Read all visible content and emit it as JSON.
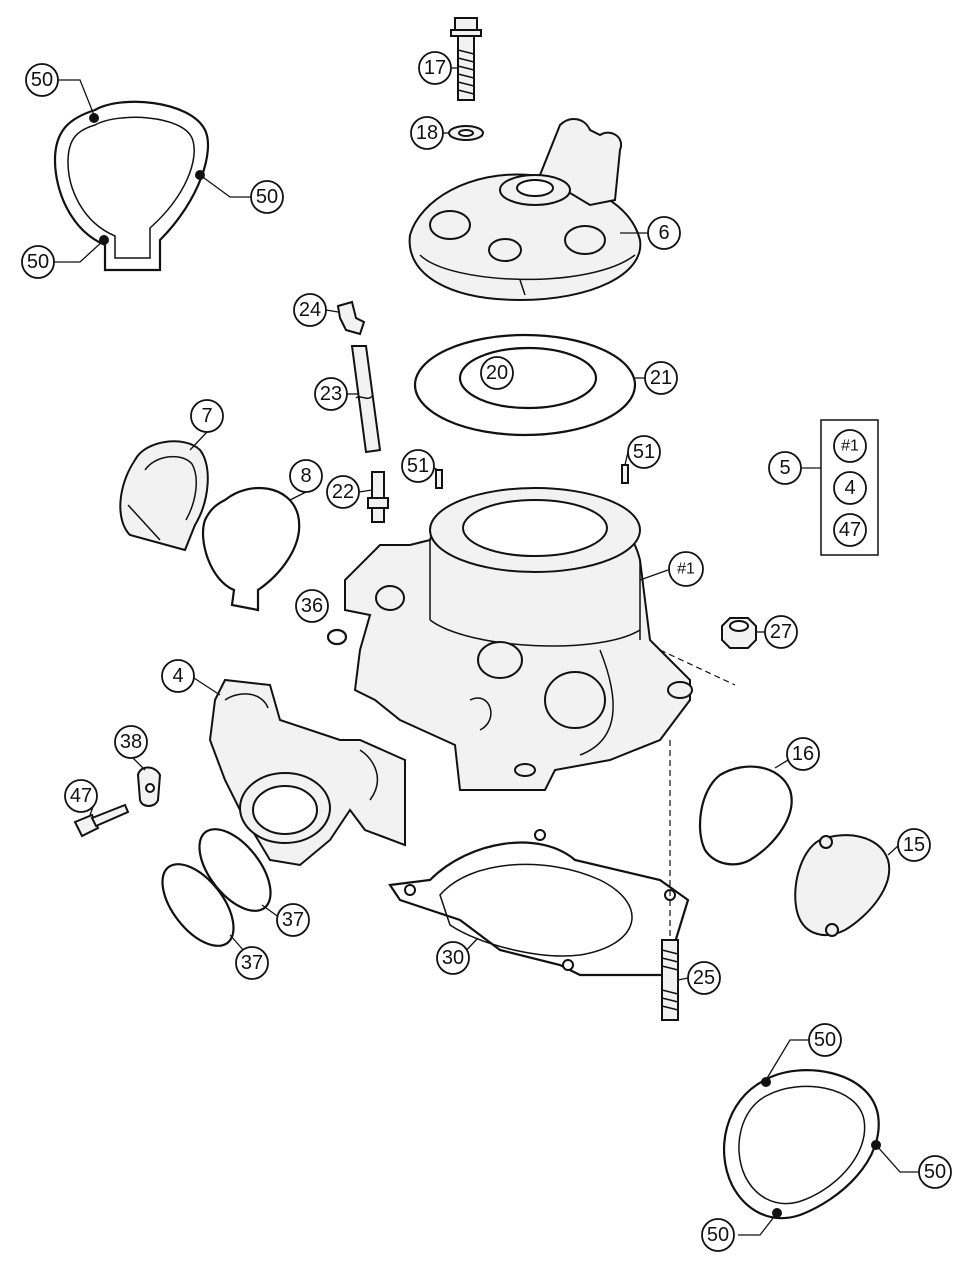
{
  "callouts": {
    "c50_tl_top": "50",
    "c50_tl_right": "50",
    "c50_tl_bottom": "50",
    "c17": "17",
    "c18": "18",
    "c6": "6",
    "c24": "24",
    "c23": "23",
    "c20": "20",
    "c21": "21",
    "c7": "7",
    "c8": "8",
    "c22": "22",
    "c51_left": "51",
    "c51_right": "51",
    "c_h1_cyl": "#1",
    "c5": "5",
    "c_h1_kit": "#1",
    "c4_kit": "4",
    "c47_kit": "47",
    "c36": "36",
    "c27": "27",
    "c4": "4",
    "c38": "38",
    "c47": "47",
    "c16": "16",
    "c15": "15",
    "c37_right": "37",
    "c37_left": "37",
    "c30": "30",
    "c25": "25",
    "c50_br_top": "50",
    "c50_br_right": "50",
    "c50_br_bottom": "50"
  }
}
